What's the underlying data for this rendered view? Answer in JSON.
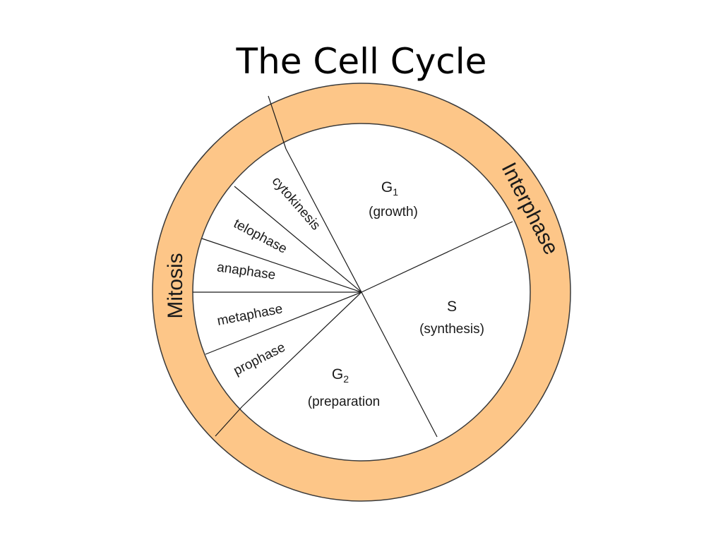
{
  "slide": {
    "title": "The Cell Cycle"
  },
  "colors": {
    "ring": "#fdc688",
    "ring_stroke": "#3a3a3a",
    "inner": "#ffffff",
    "line": "#1a1a1a"
  },
  "ring": {
    "interphase": "Interphase",
    "mitosis": "Mitosis"
  },
  "interphase_phases": {
    "g1": {
      "letter": "G",
      "subscript": "1",
      "desc": "(growth)"
    },
    "s": {
      "letter": "S",
      "desc": "(synthesis)"
    },
    "g2": {
      "letter": "G",
      "subscript": "2",
      "desc": "(preparation"
    }
  },
  "mitosis_phases": {
    "cytokinesis": "cytokinesis",
    "telophase": "telophase",
    "anaphase": "anaphase",
    "metaphase": "metaphase",
    "prophase": "prophase"
  }
}
